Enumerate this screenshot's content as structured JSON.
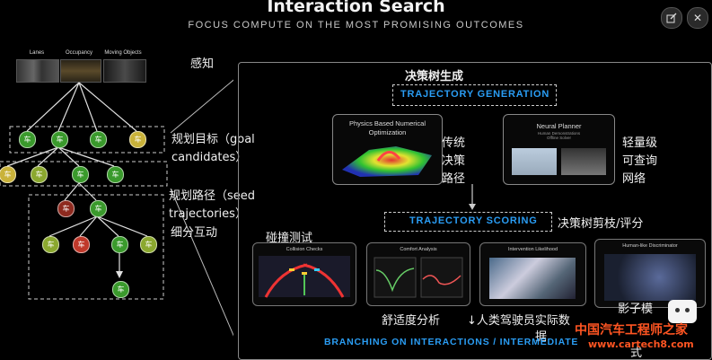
{
  "header": {
    "title": "Interaction Search",
    "subtitle": "FOCUS COMPUTE ON THE MOST PROMISING OUTCOMES"
  },
  "window_controls": {
    "edit_icon": "edit-icon",
    "close_symbol": "✕"
  },
  "tree": {
    "top_labels": [
      "Lanes",
      "Occupancy",
      "Moving Objects"
    ],
    "node_glyph": "车",
    "annotation_perception": "感知",
    "annotation_goals_line1": "规划目标（goal",
    "annotation_goals_line2": "candidates）",
    "annotation_seed_line1": "规划路径（seed",
    "annotation_seed_line2": "trajectories）",
    "annotation_interaction": "细分互动"
  },
  "panel": {
    "gen_cn": "决策树生成",
    "gen_en": "TRAJECTORY GENERATION",
    "physics_title": "Physics Based Numerical Optimization",
    "traditional_cn": "传统\n决策\n路径",
    "neural_title": "Neural Planner",
    "neural_sub1": "Human Demonstrations",
    "neural_sub2": "Offline Solver",
    "lightweight_cn": "轻量级\n可查询\n网络",
    "scoring_en": "TRAJECTORY SCORING",
    "scoring_cn": "决策树剪枝/评分",
    "collision_cn": "碰撞测试",
    "collision_title": "Collision Checks",
    "comfort_title": "Comfort Analysis",
    "intervention_title": "Intervention Likelihood",
    "discriminator_title": "Human-like Discriminator",
    "comfort_cn": "舒适度分析",
    "human_cn": "↓人类驾驶员实际数",
    "human_cn2": "据",
    "shadow_cn": "影子模",
    "shadow_cn2": "式",
    "branching_en": "BRANCHING ON INTERACTIONS / INTERMEDIATE"
  },
  "watermark": {
    "text1": "中国汽车工程师之家",
    "text2": "www.cartech8.com"
  },
  "colors": {
    "accent_blue": "#2a9df4",
    "node_green": "#3a9a2c",
    "node_yellow": "#c9b23a",
    "node_red": "#c0392b",
    "watermark": "#ff5522"
  }
}
